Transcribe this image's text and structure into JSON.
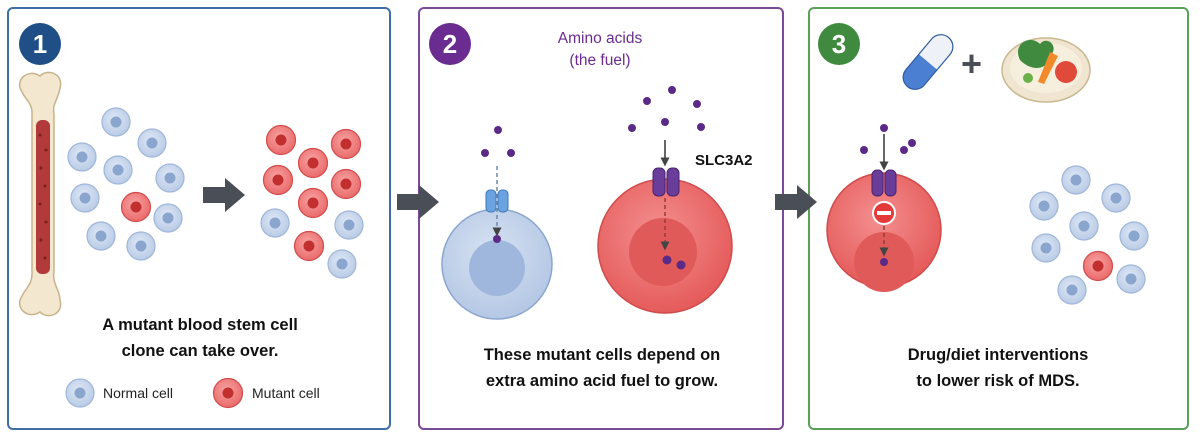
{
  "panel1": {
    "number": "1",
    "caption_line1": "A mutant blood stem cell",
    "caption_line2": "clone can take over.",
    "legend_normal": "Normal cell",
    "legend_mutant": "Mutant cell"
  },
  "panel2": {
    "number": "2",
    "fuel_title_line1": "Amino acids",
    "fuel_title_line2": "(the fuel)",
    "transporter_label": "SLC3A2",
    "caption_line1": "These mutant cells depend on",
    "caption_line2": "extra amino acid fuel to grow."
  },
  "panel3": {
    "number": "3",
    "plus_sign": "+",
    "caption_line1": "Drug/diet interventions",
    "caption_line2": "to lower risk of MDS."
  },
  "colors": {
    "panel1_border": "#3f6fa6",
    "panel2_border": "#7a4a96",
    "panel3_border": "#5aa05a",
    "normal_cell": "#c9d8ee",
    "mutant_cell": "#f07a7a",
    "amino_acid": "#5b2a86"
  }
}
